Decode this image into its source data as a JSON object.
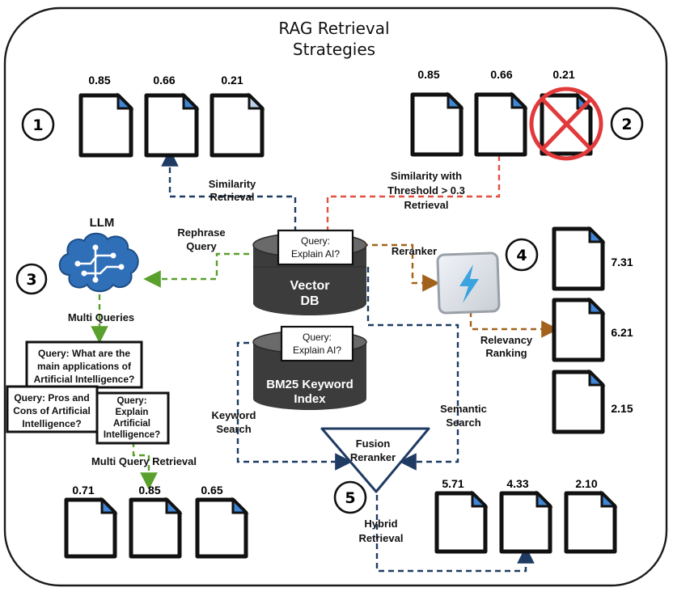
{
  "title": {
    "line1": "RAG Retrieval",
    "line2": "Strategies"
  },
  "markers": [
    "1",
    "2",
    "3",
    "4",
    "5"
  ],
  "labels": {
    "similarity_line1": "Similarity",
    "similarity_line2": "Retrieval",
    "threshold_line1": "Similarity with",
    "threshold_line2": "Threshold > 0.3",
    "threshold_line3": "Retrieval",
    "llm": "LLM",
    "rephrase_line1": "Rephrase",
    "rephrase_line2": "Query",
    "reranker": "Reranker",
    "multi_queries": "Multi Queries",
    "relevancy_line1": "Relevancy",
    "relevancy_line2": "Ranking",
    "keyword_line1": "Keyword",
    "keyword_line2": "Search",
    "semantic_line1": "Semantic",
    "semantic_line2": "Search",
    "fusion_line1": "Fusion",
    "fusion_line2": "Reranker",
    "multi_query_retrieval": "Multi Query Retrieval",
    "hybrid_line1": "Hybrid",
    "hybrid_line2": "Retrieval"
  },
  "vector_db": {
    "line1": "Vector",
    "line2": "DB"
  },
  "bm25": {
    "line1": "BM25 Keyword",
    "line2": "Index"
  },
  "query_box": {
    "line1": "Query:",
    "line2": "Explain AI?"
  },
  "multi_query_boxes": {
    "q1": [
      "Query: What are the",
      "main applications of",
      "Artificial Intelligence?"
    ],
    "q2": [
      "Query: Pros and",
      "Cons of Artificial",
      "Intelligence?"
    ],
    "q3": [
      "Query:",
      "Explain",
      "Artificial",
      "Intelligence?"
    ]
  },
  "scores": {
    "similarity": [
      "0.85",
      "0.66",
      "0.21"
    ],
    "threshold": [
      "0.85",
      "0.66",
      "0.21"
    ],
    "reranked": [
      "7.31",
      "6.21",
      "2.15"
    ],
    "multi_query": [
      "0.71",
      "0.85",
      "0.65"
    ],
    "hybrid": [
      "5.71",
      "4.33",
      "2.10"
    ]
  },
  "colors": {
    "navy_dashed": "#1f3b63",
    "red_dashed": "#e2503f",
    "green_dashed": "#5aa02c",
    "orange_dashed": "#a3621b",
    "doc_corner_blue": "#3f86d6",
    "reject_red": "#e23a3a",
    "db_dark": "#3c3c3c",
    "llm_blue": "#2f6fb8"
  }
}
